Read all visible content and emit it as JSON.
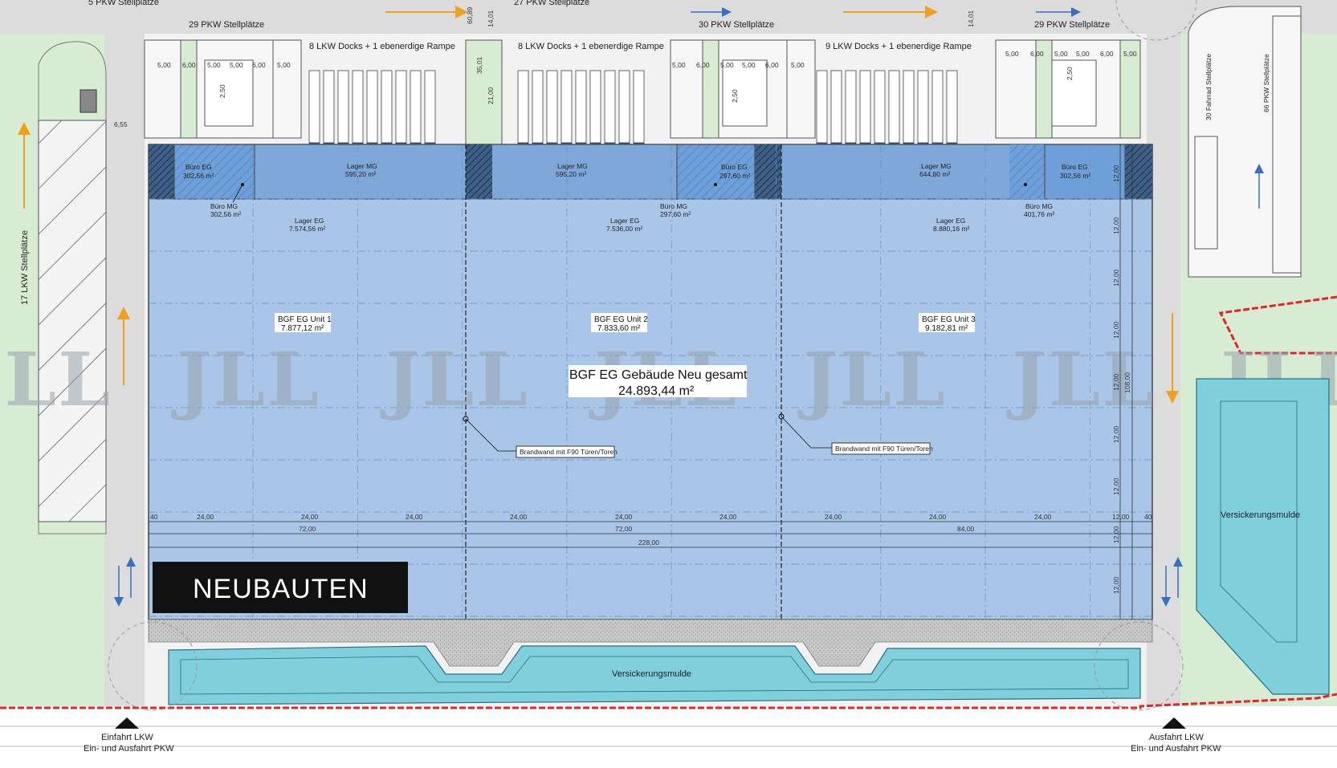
{
  "parking": {
    "top_left_5": "5 PKW Stellplätze",
    "top_left_29": "29 PKW Stellplätze",
    "top_mid_27": "27 PKW Stellplätze",
    "top_mid_30": "30 PKW Stellplätze",
    "top_right_29": "29 PKW Stellplätze",
    "lkw_17": "17 LKW Stellplätze",
    "pkw_66": "66 PKW Stellplätze",
    "fahrrad_30": "30 Fahrrad Stellplätze"
  },
  "docks": {
    "unit1": "8 LKW Docks + 1 ebenerdige Rampe",
    "unit2": "8 LKW Docks + 1 ebenerdige Rampe",
    "unit3": "9 LKW Docks + 1 ebenerdige Rampe"
  },
  "rooms": {
    "buero_eg_1": "Büro EG",
    "buero_eg_1_area": "302,56 m²",
    "lager_mg_1": "Lager MG",
    "lager_mg_1_area": "595,20 m²",
    "lager_mg_2": "Lager MG",
    "lager_mg_2_area": "595,20 m²",
    "buero_eg_2": "Büro EG",
    "buero_eg_2_area": "297,60 m²",
    "lager_mg_3": "Lager MG",
    "lager_mg_3_area": "644,80 m²",
    "buero_eg_3": "Büro EG",
    "buero_eg_3_area": "302,56 m²",
    "buero_mg_1": "Büro MG",
    "buero_mg_1_area": "302,56 m²",
    "lager_eg_1": "Lager EG",
    "lager_eg_1_area": "7.574,56 m²",
    "buero_mg_2": "Büro MG",
    "buero_mg_2_area": "297,60 m²",
    "lager_eg_2": "Lager EG",
    "lager_eg_2_area": "7.536,00 m²",
    "lager_eg_3": "Lager EG",
    "lager_eg_3_area": "8.880,16 m²",
    "buero_mg_3": "Büro MG",
    "buero_mg_3_area": "401,76 m²"
  },
  "units": {
    "unit1_label": "BGF EG Unit 1",
    "unit1_area": "7.877,12 m²",
    "unit2_label": "BGF EG Unit 2",
    "unit2_area": "7.833,60 m²",
    "unit3_label": "BGF EG Unit 3",
    "unit3_area": "9.182,81 m²"
  },
  "total": {
    "label": "BGF EG Gebäude Neu gesamt",
    "area": "24.893,44 m²"
  },
  "firewall": {
    "label1": "Brandwand mit F90 Türen/Toren",
    "label2": "Brandwand mit F90 Türen/Toren"
  },
  "infiltration": {
    "bottom": "Versickerungsmulde",
    "right": "Versickerungsmulde"
  },
  "access": {
    "entry_line1": "Einfahrt LKW",
    "entry_line2": "Ein- und Ausfahrt PKW",
    "exit_line1": "Ausfahrt LKW",
    "exit_line2": "Ein- und Ausfahrt PKW"
  },
  "badge": "NEUBAUTEN",
  "watermark": "JLL",
  "dimensions": {
    "d_40": "40",
    "d_2400": "24,00",
    "d_7200": "72,00",
    "d_8400": "84,00",
    "d_22800": "228,00",
    "d_1200": "12,00",
    "d_10800": "108,00",
    "d_3501": "35,01",
    "d_2100": "21,00",
    "d_1401": "14,01",
    "d_6089": "60,89",
    "d_655": "6,55",
    "d_500": "5,00",
    "d_600": "6,00",
    "d_250": "2,50"
  },
  "colors": {
    "hall": "#a9c6e9",
    "mezzanine": "#7ea8da",
    "office": "#6f9fd8",
    "green": "#d8ebd3",
    "road": "#d9d9d9",
    "water": "#7fcfdc",
    "boundary": "#e0262b",
    "arrow_orange": "#f0a020",
    "arrow_blue": "#3a6fc0"
  }
}
